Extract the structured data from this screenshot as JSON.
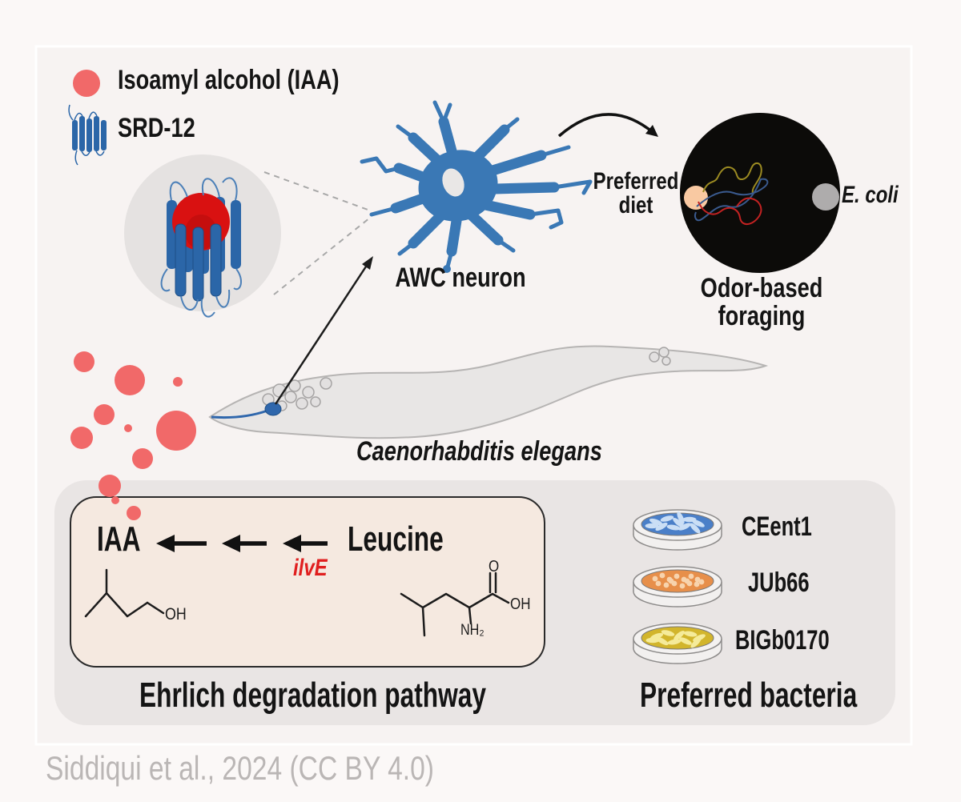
{
  "legend": {
    "iaa_label": "Isoamyl alcohol (IAA)",
    "srd12_label": "SRD-12"
  },
  "neuron": {
    "label": "AWC neuron"
  },
  "foraging_plate": {
    "preferred_diet_line1": "Preferred",
    "preferred_diet_line2": "diet",
    "ecoli_label": "E. coli",
    "caption_line1": "Odor-based",
    "caption_line2": "foraging"
  },
  "worm": {
    "species_label": "Caenorhabditis elegans"
  },
  "pathway_panel": {
    "product": "IAA",
    "substrate": "Leucine",
    "enzyme": "ilvE",
    "caption": "Ehrlich degradation pathway",
    "iaa_hydroxyl": "OH",
    "leucine_carbonyl_o": "O",
    "leucine_hydroxyl": "OH",
    "leucine_amine": "NH₂"
  },
  "bacteria_panel": {
    "caption": "Preferred bacteria",
    "items": [
      {
        "name": "CEent1",
        "agar_color": "#4a7fc8",
        "cell_color": "#cadef5"
      },
      {
        "name": "JUb66",
        "agar_color": "#e78f4a",
        "cell_color": "#f7d3ad"
      },
      {
        "name": "BIGb0170",
        "agar_color": "#d2b52c",
        "cell_color": "#f5eb9a"
      }
    ]
  },
  "attribution": "Siddiqui et al., 2024 (CC BY 4.0)",
  "colors": {
    "odor_red": "#f16969",
    "receptor_blue": "#2b66a8",
    "neuron_blue": "#3a78b5",
    "enzyme_red": "#e01f1f",
    "plate_black": "#0c0b09",
    "diet_spot_peach": "#f9c9a2",
    "ecoli_spot_gray": "#aeacac",
    "track_olive": "#9c8b22",
    "track_blue": "#3a5a8e",
    "track_red": "#c32222"
  }
}
